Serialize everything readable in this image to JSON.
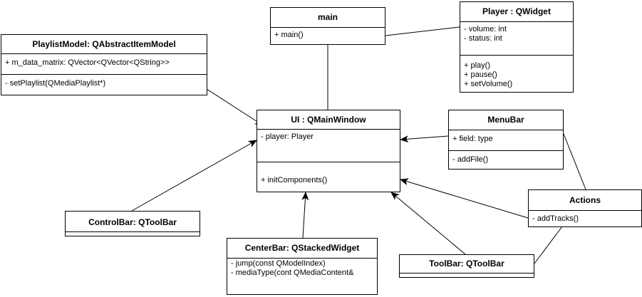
{
  "diagram": {
    "classes": {
      "main": {
        "name": "main",
        "attributes": [],
        "methods": [
          "+ main()"
        ]
      },
      "player": {
        "name": "Player : QWidget",
        "attributes": [
          "- volume: int",
          "- status: int"
        ],
        "methods": [
          "+ play()",
          "+ pause()",
          "+ setVolume()"
        ]
      },
      "playlist": {
        "name": "PlaylistModel: QAbstractItemModel",
        "attributes": [
          "+ m_data_matrix: QVector<QVector<QString>>"
        ],
        "methods": [
          "- setPlaylist(QMediaPlaylist*)"
        ]
      },
      "ui": {
        "name": "UI : QMainWindow",
        "attributes": [
          "- player: Player"
        ],
        "methods": [
          "+ initComponents()"
        ]
      },
      "menubar": {
        "name": "MenuBar",
        "attributes": [
          "+ field: type"
        ],
        "methods": [
          "- addFile()"
        ]
      },
      "actions": {
        "name": "Actions",
        "attributes": [
          "- addTracks()"
        ],
        "methods": []
      },
      "controlbar": {
        "name": "ControlBar: QToolBar",
        "attributes": [],
        "methods": []
      },
      "centerbar": {
        "name": "CenterBar: QStackedWidget",
        "attributes": [
          "- jump(const QModelIndex)",
          "- mediaType(cont QMediaContent&"
        ],
        "methods": []
      },
      "toolbar": {
        "name": "ToolBar: QToolBar",
        "attributes": [],
        "methods": []
      }
    }
  }
}
